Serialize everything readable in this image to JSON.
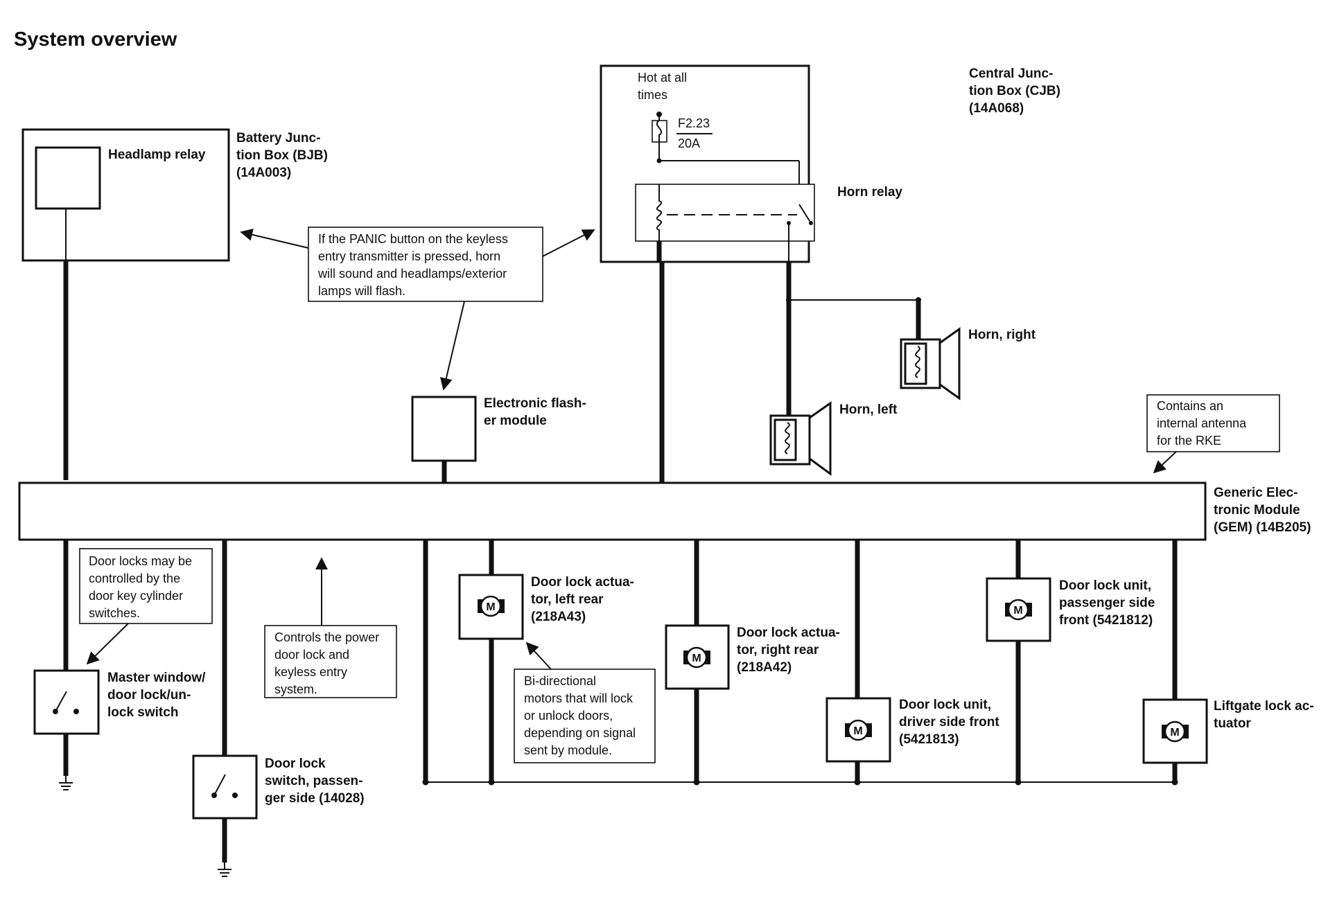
{
  "title": "System overview",
  "components": {
    "bjb": [
      "Battery Junc-",
      "tion Box (BJB)",
      "(14A003)"
    ],
    "headlamp_relay": [
      "Headlamp relay"
    ],
    "cjb": [
      "Central Junc-",
      "tion Box (CJB)",
      "(14A068)"
    ],
    "hot_at_all_times": [
      "Hot at all",
      "times"
    ],
    "fuse": [
      "F2.23",
      "20A"
    ],
    "horn_relay": [
      "Horn relay"
    ],
    "horn_right": [
      "Horn, right"
    ],
    "horn_left": [
      "Horn, left"
    ],
    "flasher": [
      "Electronic flash-",
      "er module"
    ],
    "gem": [
      "Generic Elec-",
      "tronic Module",
      "(GEM) (14B205)"
    ],
    "master_switch": [
      "Master window/",
      "door lock/un-",
      "lock switch"
    ],
    "passenger_switch": [
      "Door lock",
      "switch, passen-",
      "ger side (14028)"
    ],
    "actuator_left_rear": [
      "Door lock actua-",
      "tor, left rear",
      "(218A43)"
    ],
    "actuator_right_rear": [
      "Door lock actua-",
      "tor, right rear",
      "(218A42)"
    ],
    "unit_driver_front": [
      "Door lock unit,",
      "driver side front",
      "(5421813)"
    ],
    "unit_passenger_front": [
      "Door lock unit,",
      "passenger side",
      "front (5421812)"
    ],
    "liftgate": [
      "Liftgate lock ac-",
      "tuator"
    ]
  },
  "notes": {
    "panic": [
      "If the PANIC button on the keyless",
      "entry transmitter is pressed, horn",
      "will sound and headlamps/exterior",
      "lamps will flash."
    ],
    "antenna": [
      "Contains an",
      "internal antenna",
      "for the RKE"
    ],
    "door_key": [
      "Door locks may be",
      "controlled by the",
      "door key cylinder",
      "switches."
    ],
    "controls": [
      "Controls the power",
      "door lock and",
      "keyless entry",
      "system."
    ],
    "bidirectional": [
      "Bi-directional",
      "motors that will lock",
      "or unlock doors,",
      "depending on signal",
      "sent by module."
    ]
  },
  "symbols": {
    "motor_label": "M"
  },
  "icons": [
    "ground-icon",
    "motor-icon",
    "switch-icon",
    "horn-icon",
    "fuse-icon",
    "relay-coil-icon"
  ]
}
